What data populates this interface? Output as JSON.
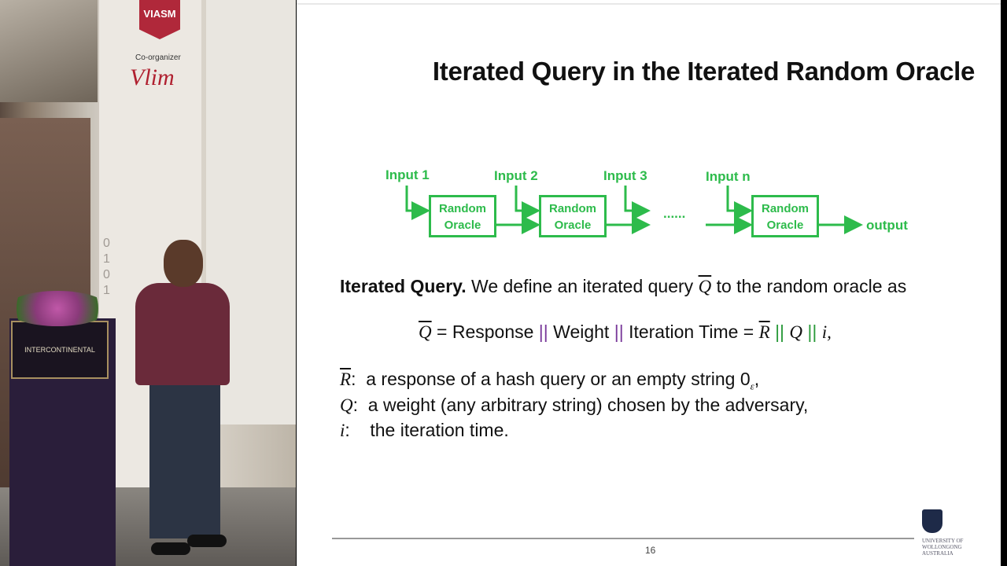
{
  "photo": {
    "banner_logo": "VIASM",
    "coorganizer": "Co-organizer",
    "partner_logo": "Vlim",
    "podium_label": "INTERCONTINENTAL",
    "banner_digits": "0 1 0 1"
  },
  "slide": {
    "title": "Iterated Query in the Iterated Random Oracle",
    "diagram": {
      "inputs": [
        "Input 1",
        "Input 2",
        "Input 3",
        "Input n"
      ],
      "box_label_1": "Random",
      "box_label_2": "Oracle",
      "ellipsis": "......",
      "output": "output",
      "color": "#2dbb4b"
    },
    "definition": {
      "lead": "Iterated Query.",
      "text": "We define an iterated query",
      "symbol": "Q",
      "tail": "to the random oracle as"
    },
    "formula": {
      "lhs": "Q",
      "eq": " = ",
      "t1": "Response",
      "sep": " || ",
      "t2": "Weight",
      "t3": "Iteration Time",
      "eq2": " = ",
      "r": "R",
      "q": "Q",
      "i": "i,"
    },
    "items": [
      {
        "sym": "R",
        "text": "a response of a hash query or an empty string 0",
        "sub": "ε",
        ",": ","
      },
      {
        "sym": "Q",
        "text": "a weight (any arbitrary string) chosen by the adversary,"
      },
      {
        "sym": "i",
        "text": "the iteration time."
      }
    ],
    "page_number": "16",
    "university": "UNIVERSITY OF WOLLONGONG AUSTRALIA"
  }
}
